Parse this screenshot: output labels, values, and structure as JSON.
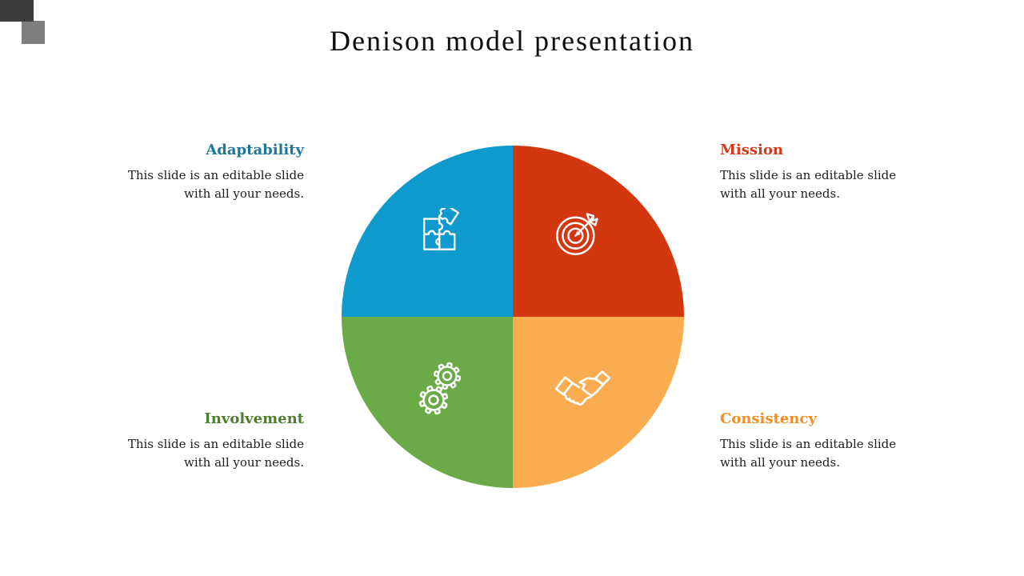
{
  "slide": {
    "title": "Denison model presentation"
  },
  "decor": {
    "dark_square_color": "#3d3d3d",
    "gray_square_color": "#7e7e7e"
  },
  "diagram": {
    "description": "Denison model four-quadrant circle",
    "quadrants": [
      {
        "label": "Adaptability",
        "desc_line1": "This slide is an editable slide",
        "desc_line2": "with all your needs.",
        "quadrant_color": "#0f9ace",
        "heading_color": "#1d7795",
        "icon": "puzzle-icon",
        "position": "top-left"
      },
      {
        "label": "Mission",
        "desc_line1": "This slide is an editable slide",
        "desc_line2": "with all your needs.",
        "quadrant_color": "#d23710",
        "heading_color": "#d63a1b",
        "icon": "target-icon",
        "position": "top-right"
      },
      {
        "label": "Involvement",
        "desc_line1": "This slide is an editable slide",
        "desc_line2": "with all your needs.",
        "quadrant_color": "#6aab47",
        "heading_color": "#4e7d31",
        "icon": "gears-icon",
        "position": "bottom-left"
      },
      {
        "label": "Consistency",
        "desc_line1": "This slide is an editable slide",
        "desc_line2": "with all your needs.",
        "quadrant_color": "#f9ad50",
        "heading_color": "#ef8f25",
        "icon": "handshake-icon",
        "position": "bottom-right"
      }
    ]
  }
}
